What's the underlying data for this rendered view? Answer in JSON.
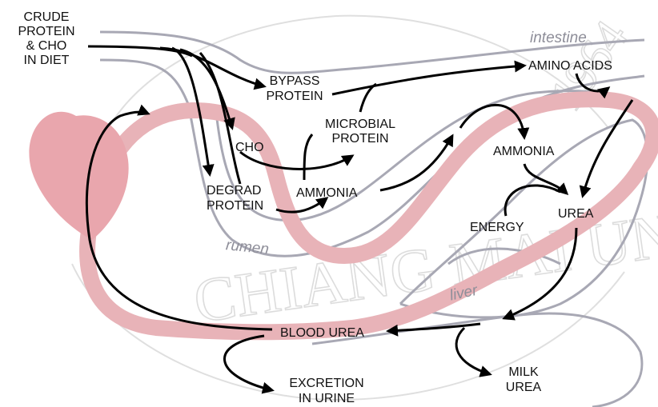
{
  "labels": {
    "crude_protein": [
      "CRUDE",
      "PROTEIN",
      "& CHO",
      "IN DIET"
    ],
    "bypass_protein": [
      "BYPASS",
      "PROTEIN"
    ],
    "microbial_protein": [
      "MICROBIAL",
      "PROTEIN"
    ],
    "cho": "CHO",
    "degrad_protein": [
      "DEGRAD",
      "PROTEIN"
    ],
    "ammonia_rumen": "AMMONIA",
    "amino_acids": "AMINO ACIDS",
    "ammonia_liver": "AMMONIA",
    "energy": "ENERGY",
    "urea": "UREA",
    "blood_urea": "BLOOD UREA",
    "excretion": [
      "EXCRETION",
      "IN URINE"
    ],
    "milk_urea": [
      "MILK",
      "UREA"
    ]
  },
  "organs": {
    "intestine": "intestine",
    "rumen": "rumen",
    "liver": "liver"
  },
  "watermark": {
    "text": "CHIANG MAI UNIVERSITY",
    "year": "1964"
  },
  "colors": {
    "blood_vessel": "#e8b3b8",
    "heart": "#e9a6ad",
    "organ_outline": "#a8a8b4",
    "arrow": "#000000",
    "watermark": "#d9d9d9"
  }
}
